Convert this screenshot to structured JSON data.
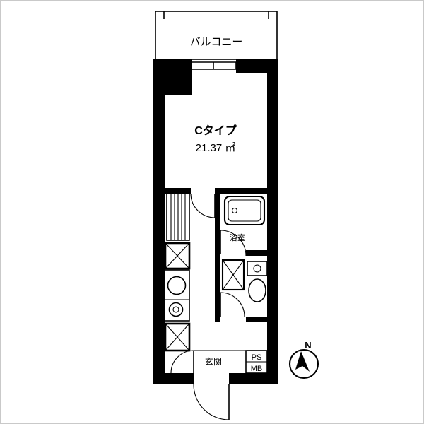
{
  "rooms": {
    "balcony": {
      "label": "バルコニー"
    },
    "living": {
      "type_label": "Cタイプ",
      "area_label": "21.37 ㎡"
    },
    "bathroom": {
      "label": "浴室"
    },
    "entrance": {
      "label": "玄関"
    },
    "shaft": {
      "ps_label": "PS",
      "mb_label": "MB"
    }
  },
  "compass": {
    "north_label": "N"
  },
  "colors": {
    "wall": "#000000",
    "line": "#000000",
    "background": "#ffffff"
  }
}
